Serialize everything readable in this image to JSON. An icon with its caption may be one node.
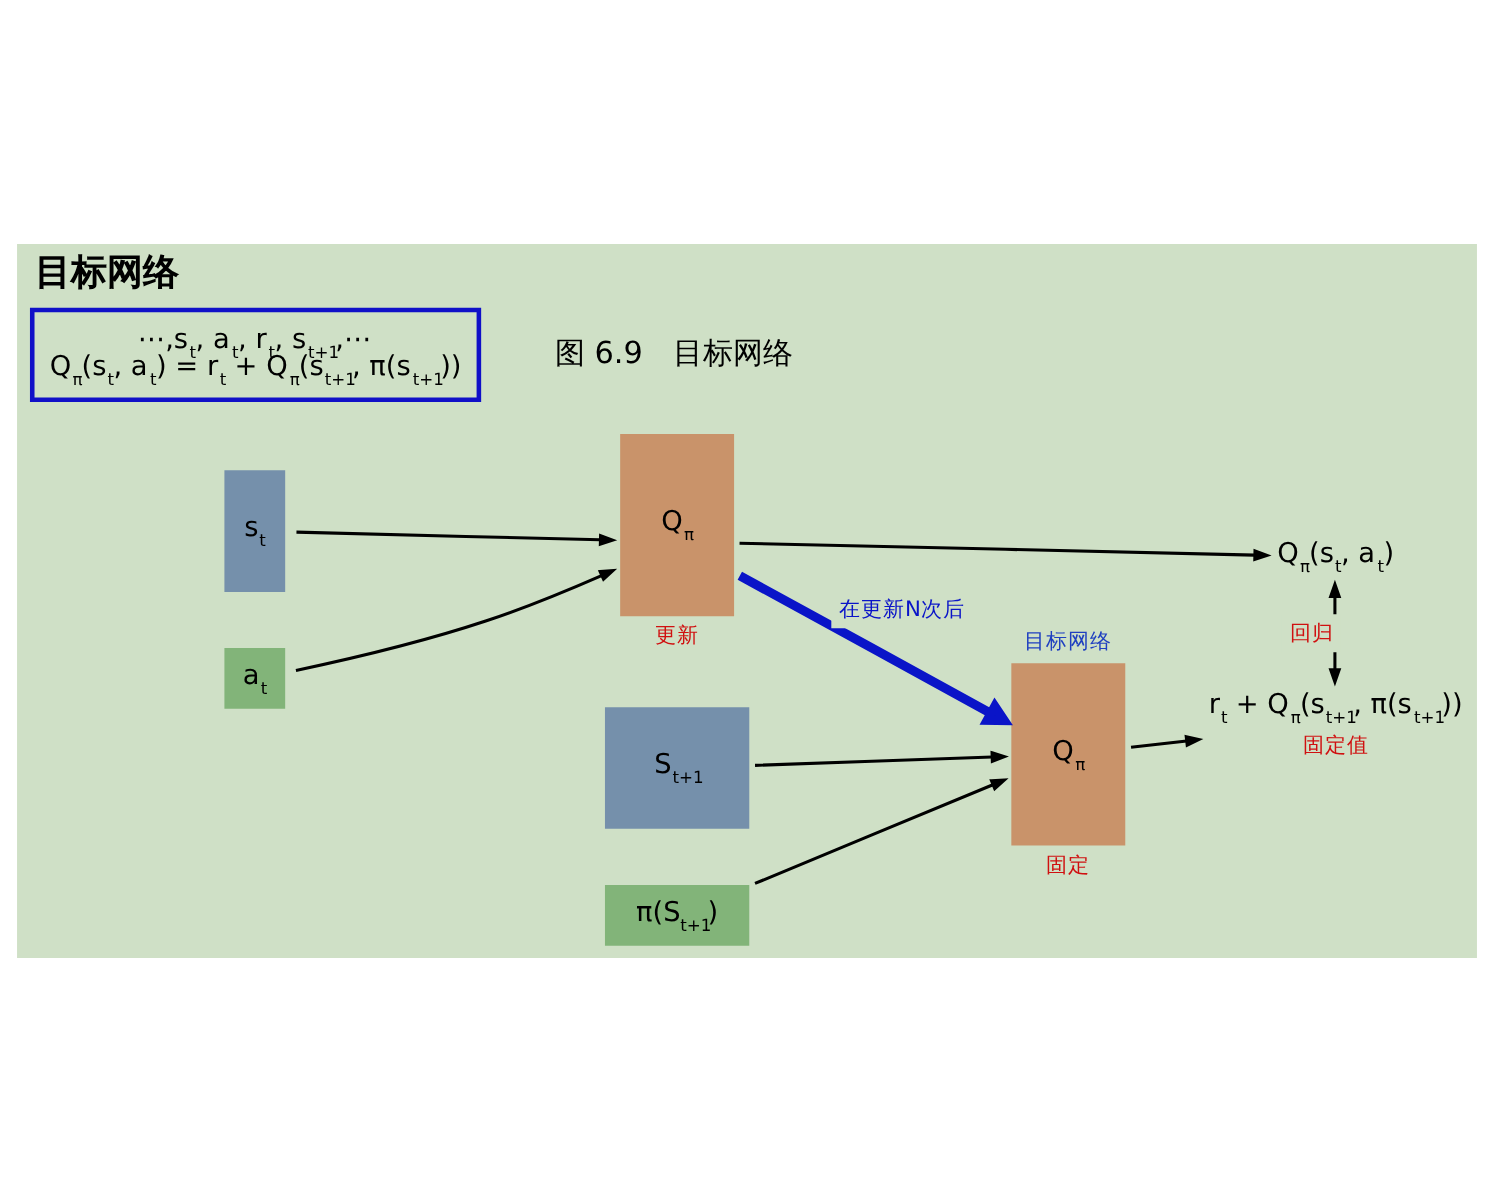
{
  "diagram": {
    "title": "目标网络",
    "caption": "图 6.9　目标网络",
    "nodes": [
      {
        "text": [
          "s$_{t}$"
        ]
      },
      {
        "text": [
          "a$_{t}$"
        ]
      },
      {
        "text": [
          "Q$_{π}$"
        ],
        "beside": [
          "更新"
        ]
      },
      {
        "text": [
          "Q$_{π}$(s$_{t}$, a$_{t}$)"
        ]
      },
      {
        "text": [
          "r$_{t}$ + Q$_{π}$(s$_{t+1}$, π(s$_{t+1}$))"
        ],
        "beside": [
          "固定值"
        ]
      },
      {
        "text": [
          "目标网络",
          "Q$_{π}$"
        ],
        "beside": [
          "固定"
        ]
      },
      {
        "text": [
          "S$_{t+1}$"
        ]
      },
      {
        "text": [
          "π(S$_{t+1}$)"
        ]
      },
      {
        "text": [
          "⋯,s$_{t}$, a$_{t}$, r$_{t}$, s$_{t+1}$,⋯",
          "Q$_{π}$(s$_{t}$, a$_{t}$) = r$_{t}$ + Q$_{π}$(s$_{t+1}$, π(s$_{t+1}$))"
        ]
      }
    ],
    "edges": [
      {
        "from": 0,
        "to": 2,
        "arrow": "to"
      },
      {
        "from": 1,
        "to": 2,
        "arrow": "to"
      },
      {
        "from": 2,
        "to": 3,
        "arrow": "to"
      },
      {
        "from": 3,
        "to": 4,
        "arrow": "both",
        "label": "回归"
      },
      {
        "from": 5,
        "to": 4,
        "arrow": "to"
      },
      {
        "from": 6,
        "to": 5,
        "arrow": "to"
      },
      {
        "from": 7,
        "to": 5,
        "arrow": "to"
      },
      {
        "from": 2,
        "to": 5,
        "arrow": "to",
        "label": "在更新N次后",
        "style": "thick",
        "color": "#0a14c8"
      }
    ]
  }
}
